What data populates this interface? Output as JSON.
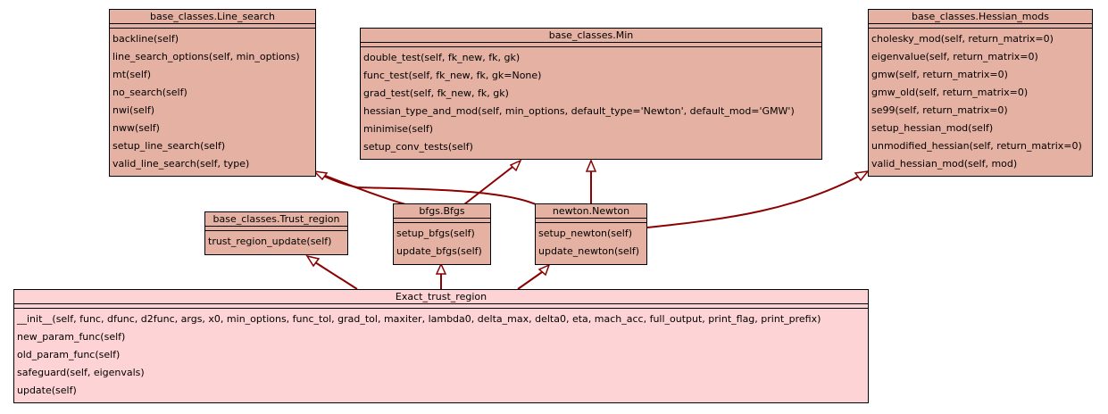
{
  "diagram": {
    "classes": [
      {
        "id": "line_search",
        "title": "base_classes.Line_search",
        "methods": [
          "backline(self)",
          "line_search_options(self, min_options)",
          "mt(self)",
          "no_search(self)",
          "nwi(self)",
          "nww(self)",
          "setup_line_search(self)",
          "valid_line_search(self, type)"
        ]
      },
      {
        "id": "min",
        "title": "base_classes.Min",
        "methods": [
          "double_test(self, fk_new, fk, gk)",
          "func_test(self, fk_new, fk, gk=None)",
          "grad_test(self, fk_new, fk, gk)",
          "hessian_type_and_mod(self, min_options, default_type='Newton', default_mod='GMW')",
          "minimise(self)",
          "setup_conv_tests(self)"
        ]
      },
      {
        "id": "hessian_mods",
        "title": "base_classes.Hessian_mods",
        "methods": [
          "cholesky_mod(self, return_matrix=0)",
          "eigenvalue(self, return_matrix=0)",
          "gmw(self, return_matrix=0)",
          "gmw_old(self, return_matrix=0)",
          "se99(self, return_matrix=0)",
          "setup_hessian_mod(self)",
          "unmodified_hessian(self, return_matrix=0)",
          "valid_hessian_mod(self, mod)"
        ]
      },
      {
        "id": "trust_region",
        "title": "base_classes.Trust_region",
        "methods": [
          "trust_region_update(self)"
        ]
      },
      {
        "id": "bfgs",
        "title": "bfgs.Bfgs",
        "methods": [
          "setup_bfgs(self)",
          "update_bfgs(self)"
        ]
      },
      {
        "id": "newton",
        "title": "newton.Newton",
        "methods": [
          "setup_newton(self)",
          "update_newton(self)"
        ]
      },
      {
        "id": "exact_trust_region",
        "title": "Exact_trust_region",
        "methods": [
          "__init__(self, func, dfunc, d2func, args, x0, min_options, func_tol, grad_tol, maxiter, lambda0, delta_max, delta0, eta, mach_acc, full_output, print_flag, print_prefix)",
          "new_param_func(self)",
          "old_param_func(self)",
          "safeguard(self, eigenvals)",
          "update(self)"
        ]
      }
    ],
    "inheritance": [
      {
        "from": "bfgs",
        "to": "line_search"
      },
      {
        "from": "bfgs",
        "to": "min"
      },
      {
        "from": "newton",
        "to": "line_search"
      },
      {
        "from": "newton",
        "to": "min"
      },
      {
        "from": "newton",
        "to": "hessian_mods"
      },
      {
        "from": "exact_trust_region",
        "to": "trust_region"
      },
      {
        "from": "exact_trust_region",
        "to": "bfgs"
      },
      {
        "from": "exact_trust_region",
        "to": "newton"
      }
    ],
    "colors": {
      "base_fill": "#e5b1a3",
      "subject_fill": "#fdd3d5",
      "edge": "#8b0000"
    }
  }
}
